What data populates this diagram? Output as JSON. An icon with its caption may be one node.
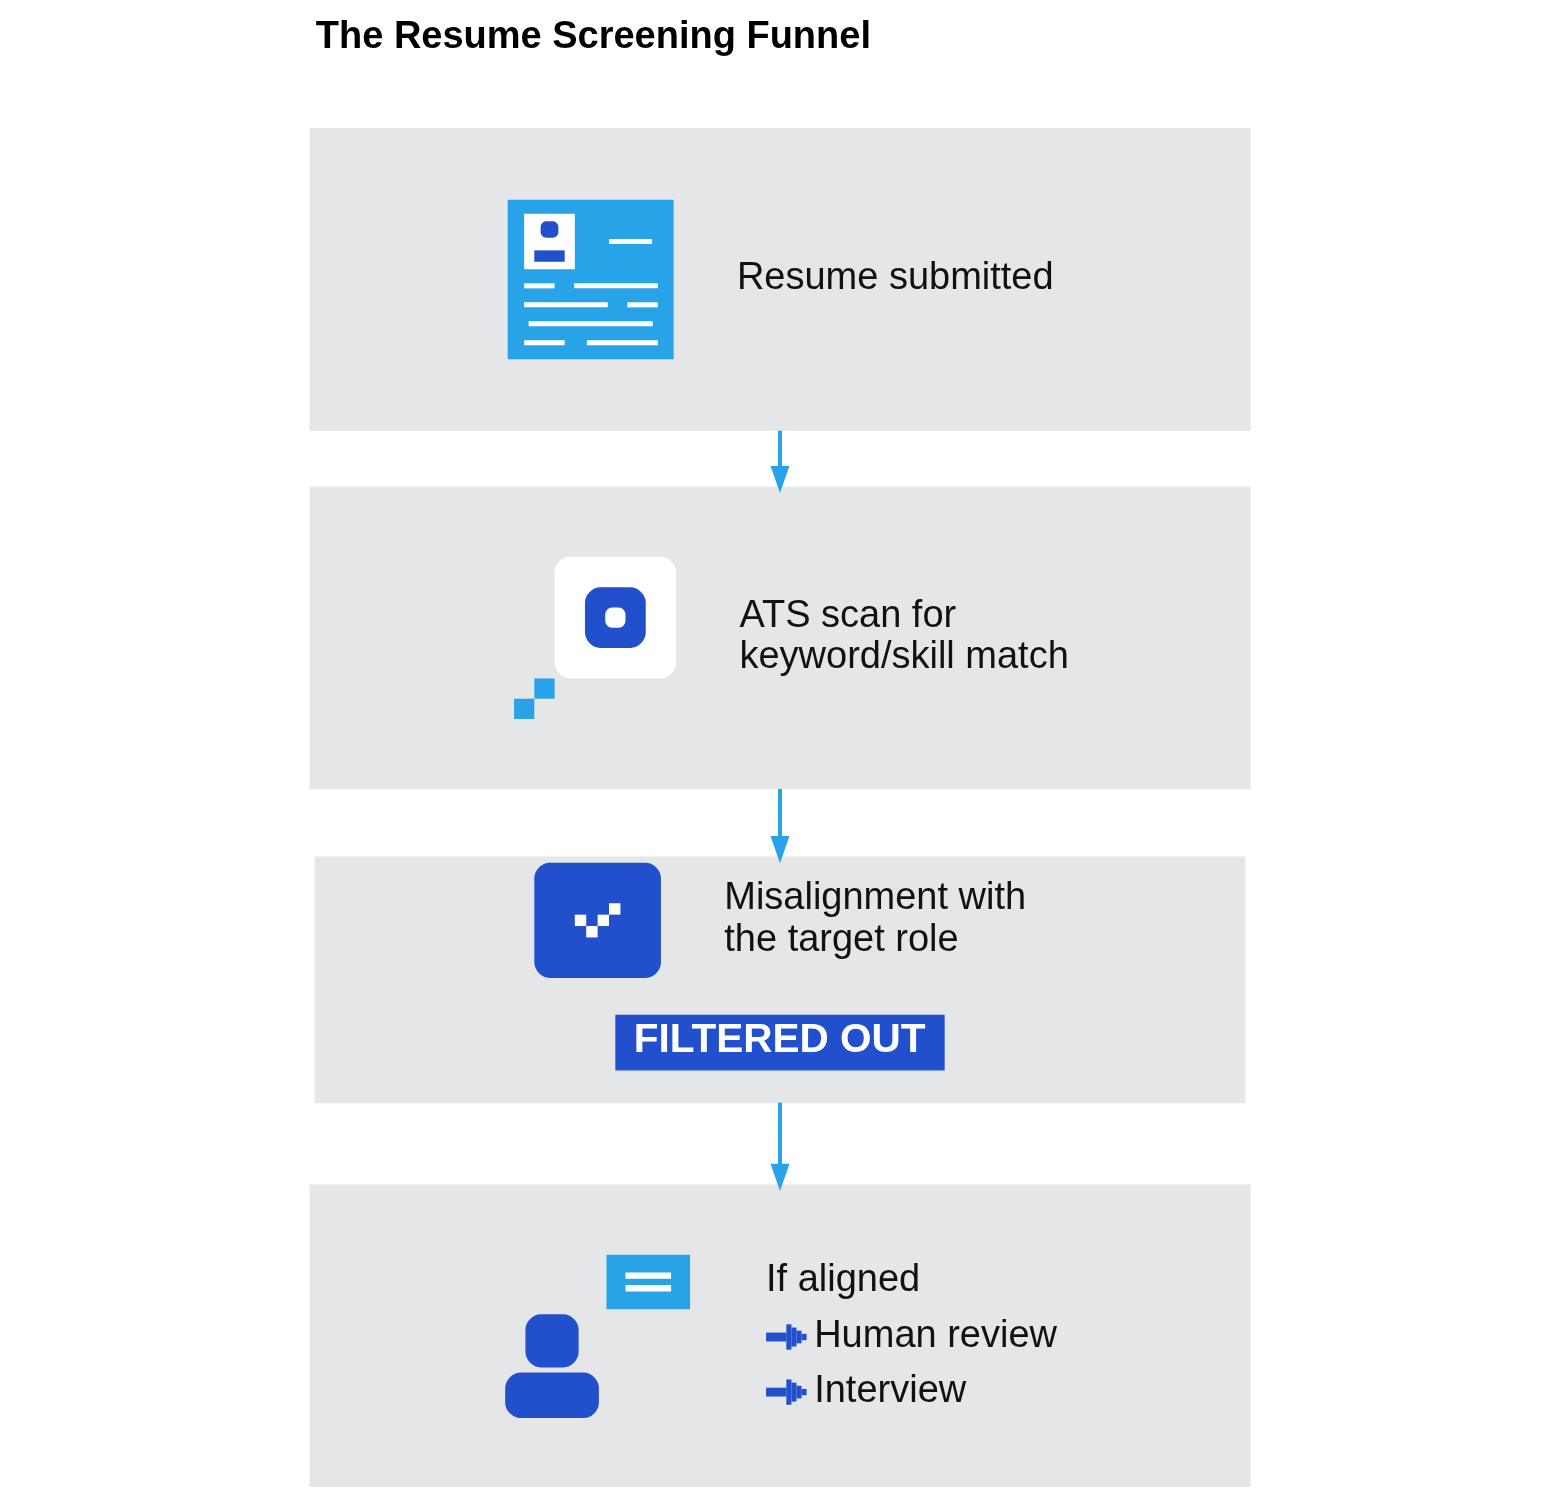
{
  "diagram": {
    "title": "The Resume Screening Funnel",
    "nodes": [
      {
        "text": [
          "Resume submitted"
        ]
      },
      {
        "text": [
          "ATS scan for keyword/skill match"
        ]
      },
      {
        "text": [
          "Misalignment with the target role"
        ]
      },
      {
        "text": [
          "FILTERED OUT"
        ],
        "in": 2
      },
      {
        "text": [
          "If aligned",
          "Human review",
          "Interview"
        ]
      }
    ],
    "edges": [
      {
        "from": 0,
        "to": 1,
        "arrow": "to"
      },
      {
        "from": 1,
        "to": 2,
        "arrow": "to"
      },
      {
        "from": 2,
        "to": 4,
        "arrow": "to"
      }
    ]
  }
}
